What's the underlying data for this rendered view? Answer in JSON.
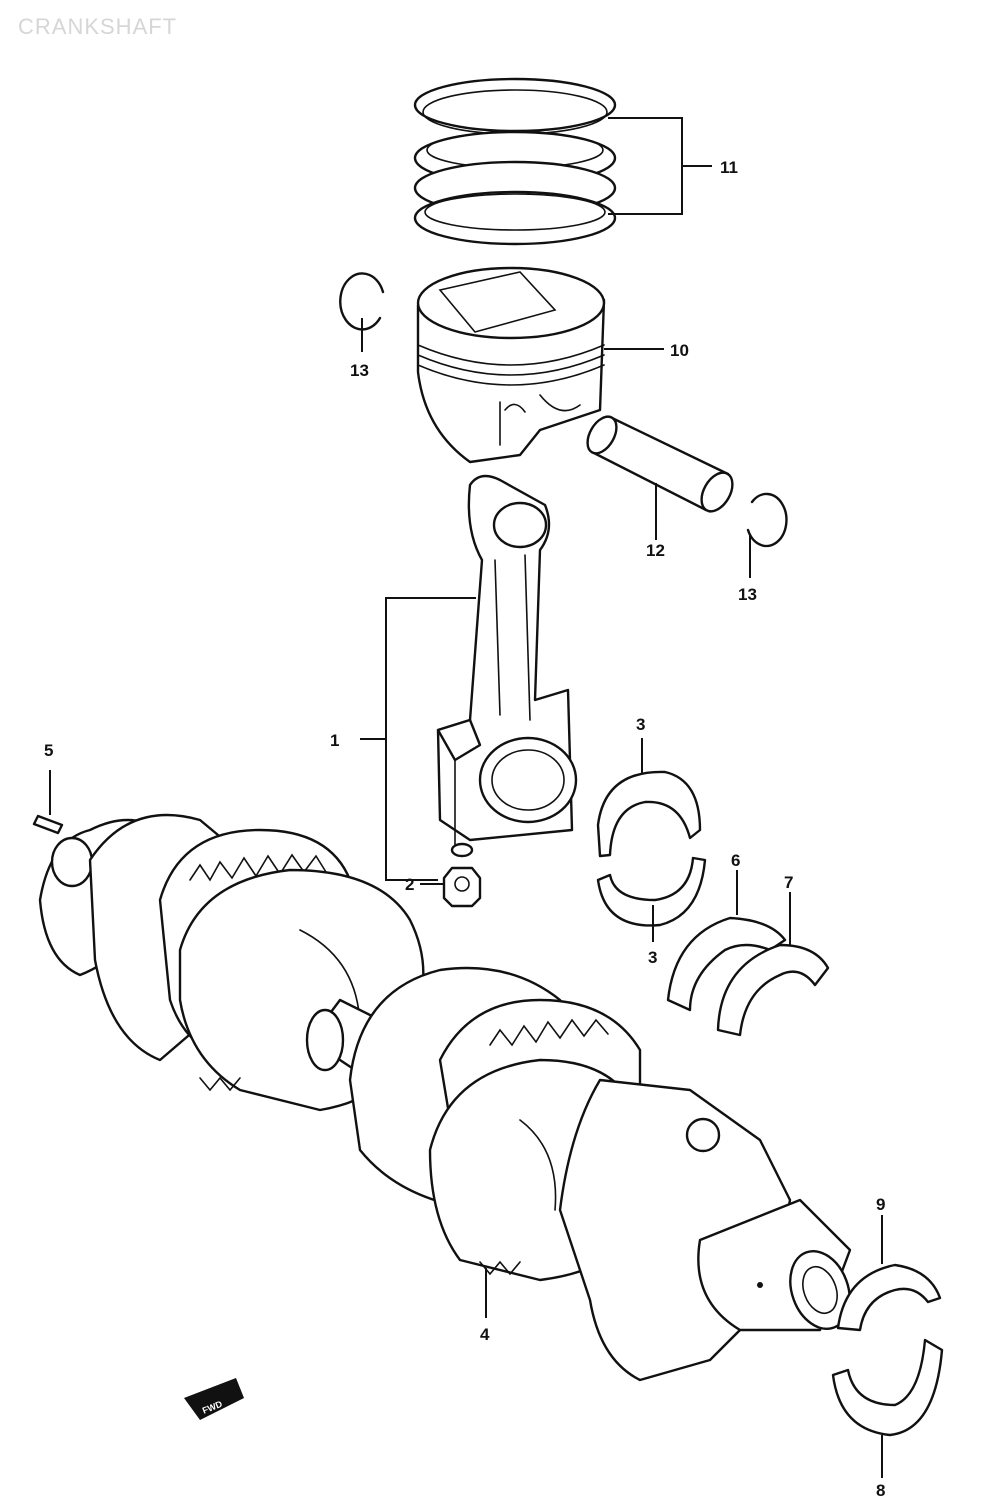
{
  "title": "CRANKSHAFT",
  "callouts": {
    "c1": "1",
    "c2": "2",
    "c3a": "3",
    "c3b": "3",
    "c4": "4",
    "c5": "5",
    "c6": "6",
    "c7": "7",
    "c8": "8",
    "c9": "9",
    "c10": "10",
    "c11": "11",
    "c12": "12",
    "c13a": "13",
    "c13b": "13"
  },
  "direction_marker": "FWD",
  "parts": [
    {
      "label": "1",
      "icon": "connecting-rod-icon"
    },
    {
      "label": "2",
      "icon": "nut-icon"
    },
    {
      "label": "3",
      "icon": "bearing-shell-icon"
    },
    {
      "label": "4",
      "icon": "crankshaft-icon"
    },
    {
      "label": "5",
      "icon": "pin-icon"
    },
    {
      "label": "6",
      "icon": "thrust-bearing-icon"
    },
    {
      "label": "7",
      "icon": "thrust-bearing-icon"
    },
    {
      "label": "8",
      "icon": "main-bearing-icon"
    },
    {
      "label": "9",
      "icon": "main-bearing-icon"
    },
    {
      "label": "10",
      "icon": "piston-icon"
    },
    {
      "label": "11",
      "icon": "piston-ring-set-icon"
    },
    {
      "label": "12",
      "icon": "piston-pin-icon"
    },
    {
      "label": "13",
      "icon": "circlip-icon"
    }
  ]
}
